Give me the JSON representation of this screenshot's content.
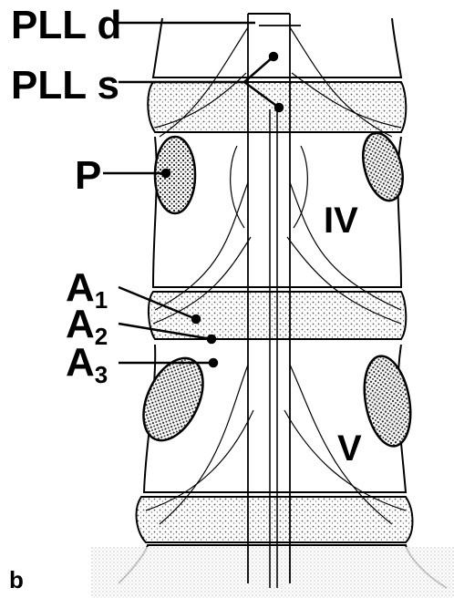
{
  "figure": {
    "panel_letter": "b",
    "labels": {
      "pll_d": "PLL d",
      "pll_s": "PLL s",
      "p": "P",
      "a1_main": "A",
      "a1_sub": "1",
      "a2_main": "A",
      "a2_sub": "2",
      "a3_main": "A",
      "a3_sub": "3"
    },
    "vertebra_labels": {
      "iv": "IV",
      "v": "V"
    }
  },
  "colors": {
    "ink": "#000000",
    "paper": "#ffffff",
    "bone_stipple": "#d8d8d8",
    "disc_shade": "#9a9a9a"
  }
}
